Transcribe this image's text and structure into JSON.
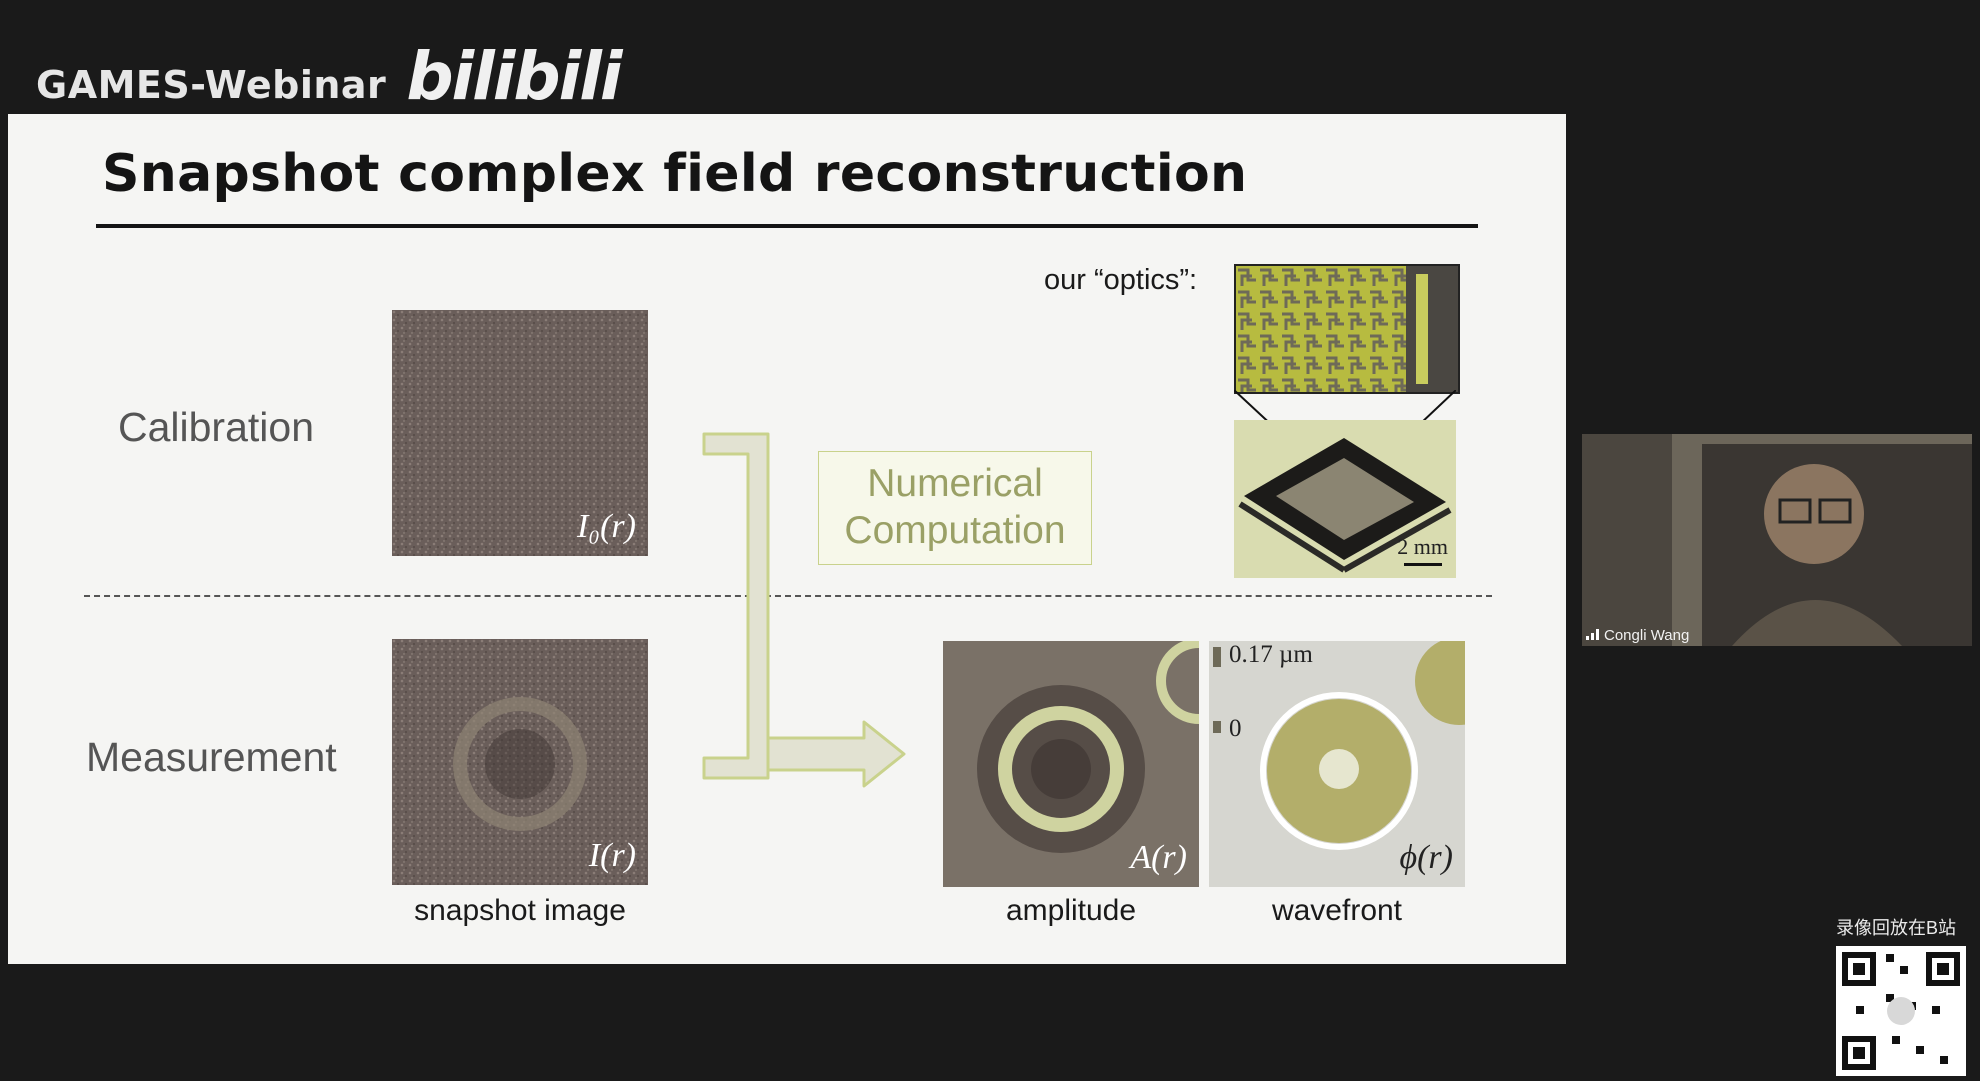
{
  "header": {
    "brand_text": "GAMES-Webinar",
    "brand_logo": "bilibili"
  },
  "slide": {
    "title": "Snapshot complex field reconstruction",
    "calibration_label": "Calibration",
    "measurement_label": "Measurement",
    "numerical_line1": "Numerical",
    "numerical_line2": "Computation",
    "optics_label": "our “optics”:",
    "scale_bar_label": "2 mm",
    "colorbar_max": "0.17 µm",
    "colorbar_min": "0",
    "panels": {
      "calibration_math": "I₀(r)",
      "measurement_math": "I(r)",
      "amplitude_math": "A(r)",
      "wavefront_math": "ϕ(r)"
    },
    "captions": {
      "snapshot": "snapshot image",
      "amplitude": "amplitude",
      "wavefront": "wavefront"
    },
    "accent_color": "#c9d28c"
  },
  "webcam": {
    "name": "Congli Wang",
    "icon": "signal-bars-icon"
  },
  "footer": {
    "replay_text": "录像回放在B站",
    "qr_icon": "qr-code-icon"
  }
}
